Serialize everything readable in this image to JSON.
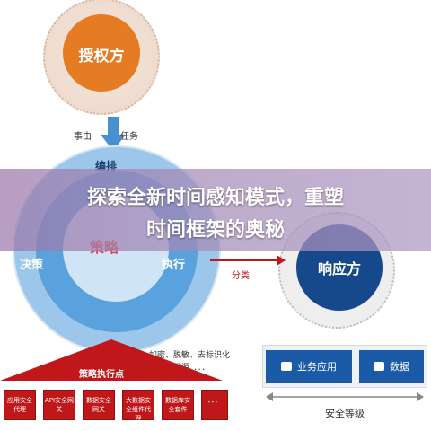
{
  "banner": {
    "line1": "探索全新时间感知模式，重塑",
    "line2": "时间框架的奥秘"
  },
  "diagram": {
    "top_circle": "授权方",
    "arrow_left_label": "事由",
    "arrow_right_label": "任务",
    "big_circle_top": "编排",
    "big_circle_center": "策略",
    "big_circle_left": "决策",
    "big_circle_right": "执行",
    "right_circle": "响应方",
    "classify_label": "分类",
    "notes_line1": "加密、脱敏、去标识化",
    "notes_line2": "审计、溯源、．．．",
    "triangle_label": "策略执行点",
    "boxes": [
      "应用安全代理",
      "API安全网关",
      "数据安全网关",
      "大数据安全组件代理",
      "数据库安全套件"
    ],
    "box_ellipsis": "．．．",
    "buttons": [
      "业务应用",
      "数据"
    ],
    "security_level": "安全等级"
  },
  "colors": {
    "orange": "#e57b22",
    "blue_dark": "#16498c",
    "blue_mid": "#5aa2dd",
    "red": "#c0181a"
  }
}
